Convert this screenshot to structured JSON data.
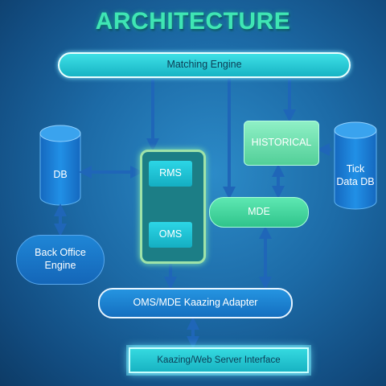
{
  "title": "ARCHITECTURE",
  "nodes": {
    "matching_engine": "Matching Engine",
    "historical": "HISTORICAL",
    "tick_db_line1": "Tick",
    "tick_db_line2": "Data DB",
    "db": "DB",
    "rms": "RMS",
    "oms": "OMS",
    "mde": "MDE",
    "back_office_line1": "Back Office",
    "back_office_line2": "Engine",
    "adapter": "OMS/MDE Kaazing Adapter",
    "web_server": "Kaazing/Web Server Interface"
  },
  "colors": {
    "background": "#1c6aa6",
    "title": "#3fe6b4",
    "arrow": "#1a5fb0",
    "cylinder": "#1a7fd4"
  }
}
